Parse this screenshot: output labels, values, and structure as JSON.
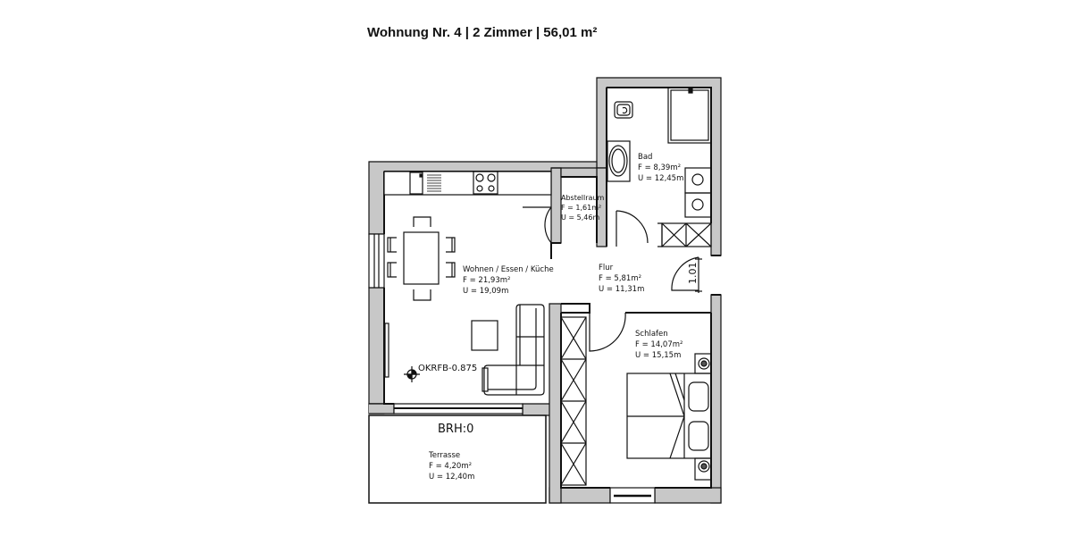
{
  "header": {
    "title": "Wohnung Nr. 4 | 2 Zimmer | 56,01 m²"
  },
  "rooms": [
    {
      "name": "Bad",
      "area": "F = 8,39m²",
      "perimeter": "U = 12,45m"
    },
    {
      "name": "Abstellraum",
      "area": "F = 1,61m²",
      "perimeter": "U = 5,46m"
    },
    {
      "name": "Wohnen / Essen / Küche",
      "area": "F = 21,93m²",
      "perimeter": "U = 19,09m"
    },
    {
      "name": "Flur",
      "area": "F = 5,81m²",
      "perimeter": "U = 11,31m"
    },
    {
      "name": "Schlafen",
      "area": "F = 14,07m²",
      "perimeter": "U = 15,15m"
    },
    {
      "name": "Terrasse",
      "area": "F = 4,20m²",
      "perimeter": "U = 12,40m"
    }
  ],
  "annotations": {
    "level_marker": "OKRFB-0.875",
    "parapet_height": "BRH:0",
    "door_width": "1.01"
  },
  "colors": {
    "wall_fill": "#c8c8c8",
    "line": "#111111",
    "background": "#ffffff"
  }
}
